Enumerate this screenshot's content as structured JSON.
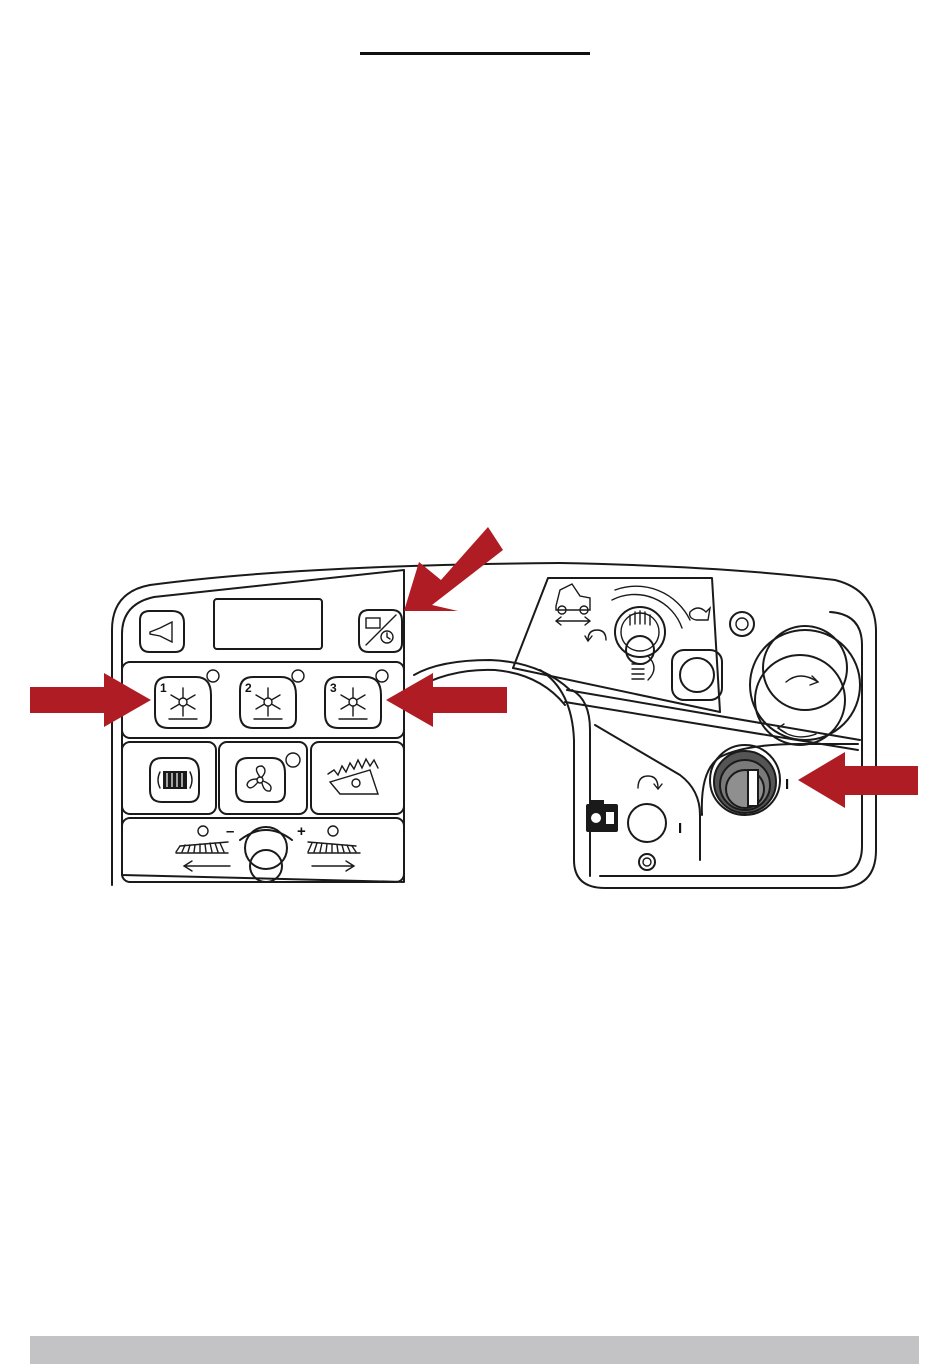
{
  "panel": {
    "button_labels": {
      "brush_speed_1": "1",
      "brush_speed_2": "2",
      "brush_speed_3": "3"
    },
    "side_brush_minus": "–",
    "side_brush_plus": "+",
    "key_marker": "I",
    "start_marker": "I"
  },
  "colors": {
    "callout_arrow": "#b01c24",
    "pressed_button": "#a9a9a9",
    "panel_line": "#1a1a1a",
    "footer_bar": "#c3c3c6"
  },
  "callouts": [
    {
      "id": "arrow-hour-meter",
      "points_to": "hour-meter-button"
    },
    {
      "id": "arrow-brush-1",
      "points_to": "brush-speed-1-button"
    },
    {
      "id": "arrow-brush-3",
      "points_to": "brush-speed-3-button"
    },
    {
      "id": "arrow-ignition",
      "points_to": "ignition-key-switch"
    }
  ]
}
